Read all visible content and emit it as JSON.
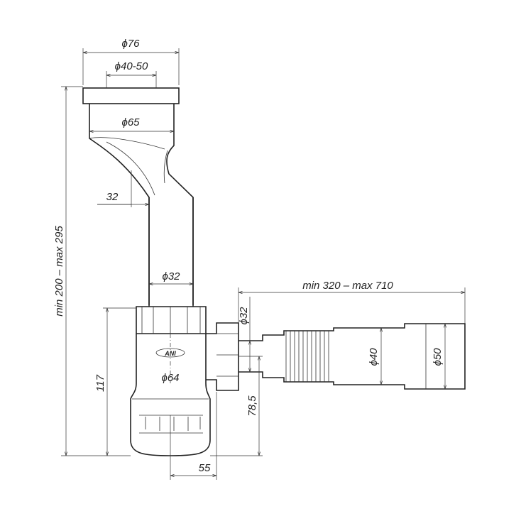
{
  "dimensions": {
    "d76": "ϕ76",
    "d40_50": "ϕ40-50",
    "d65": "ϕ65",
    "w32": "32",
    "d32_tube": "ϕ32",
    "height_range": "min 200 – max 295",
    "length_range": "min 320 – max 710",
    "d32_outlet": "ϕ32",
    "d40": "ϕ40",
    "d50": "ϕ50",
    "h117": "117",
    "h78_5": "78,5",
    "d64": "ϕ64",
    "w55": "55"
  },
  "logo": {
    "text": "ANI"
  },
  "colors": {
    "line": "#222222",
    "background": "#ffffff"
  }
}
